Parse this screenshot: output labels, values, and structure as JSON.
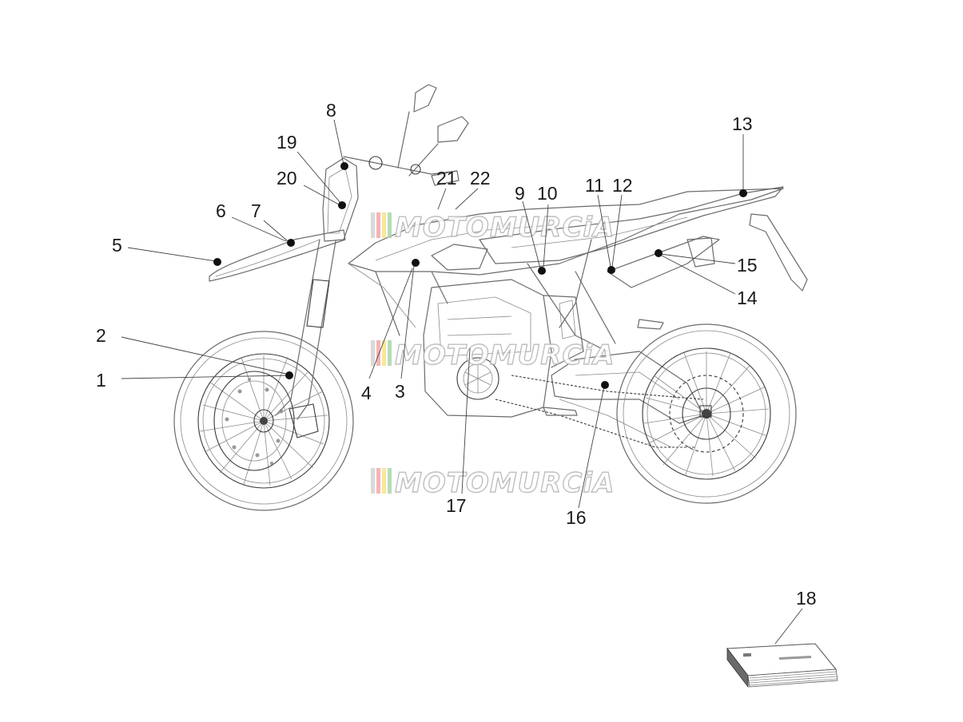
{
  "watermark": {
    "text": "MOTOMURCiA",
    "stripe_colors": [
      "#d3d3d3",
      "#f4a8a8",
      "#f7e58a",
      "#a9d8a9",
      "#e0e0e0"
    ]
  },
  "callouts": [
    {
      "id": "1",
      "label": "1"
    },
    {
      "id": "2",
      "label": "2"
    },
    {
      "id": "3",
      "label": "3"
    },
    {
      "id": "4",
      "label": "4"
    },
    {
      "id": "5",
      "label": "5"
    },
    {
      "id": "6",
      "label": "6"
    },
    {
      "id": "7",
      "label": "7"
    },
    {
      "id": "8",
      "label": "8"
    },
    {
      "id": "9",
      "label": "9"
    },
    {
      "id": "10",
      "label": "10"
    },
    {
      "id": "11",
      "label": "11"
    },
    {
      "id": "12",
      "label": "12"
    },
    {
      "id": "13",
      "label": "13"
    },
    {
      "id": "14",
      "label": "14"
    },
    {
      "id": "15",
      "label": "15"
    },
    {
      "id": "16",
      "label": "16"
    },
    {
      "id": "17",
      "label": "17"
    },
    {
      "id": "18",
      "label": "18"
    },
    {
      "id": "19",
      "label": "19"
    },
    {
      "id": "20",
      "label": "20"
    },
    {
      "id": "21",
      "label": "21"
    },
    {
      "id": "22",
      "label": "22"
    }
  ]
}
